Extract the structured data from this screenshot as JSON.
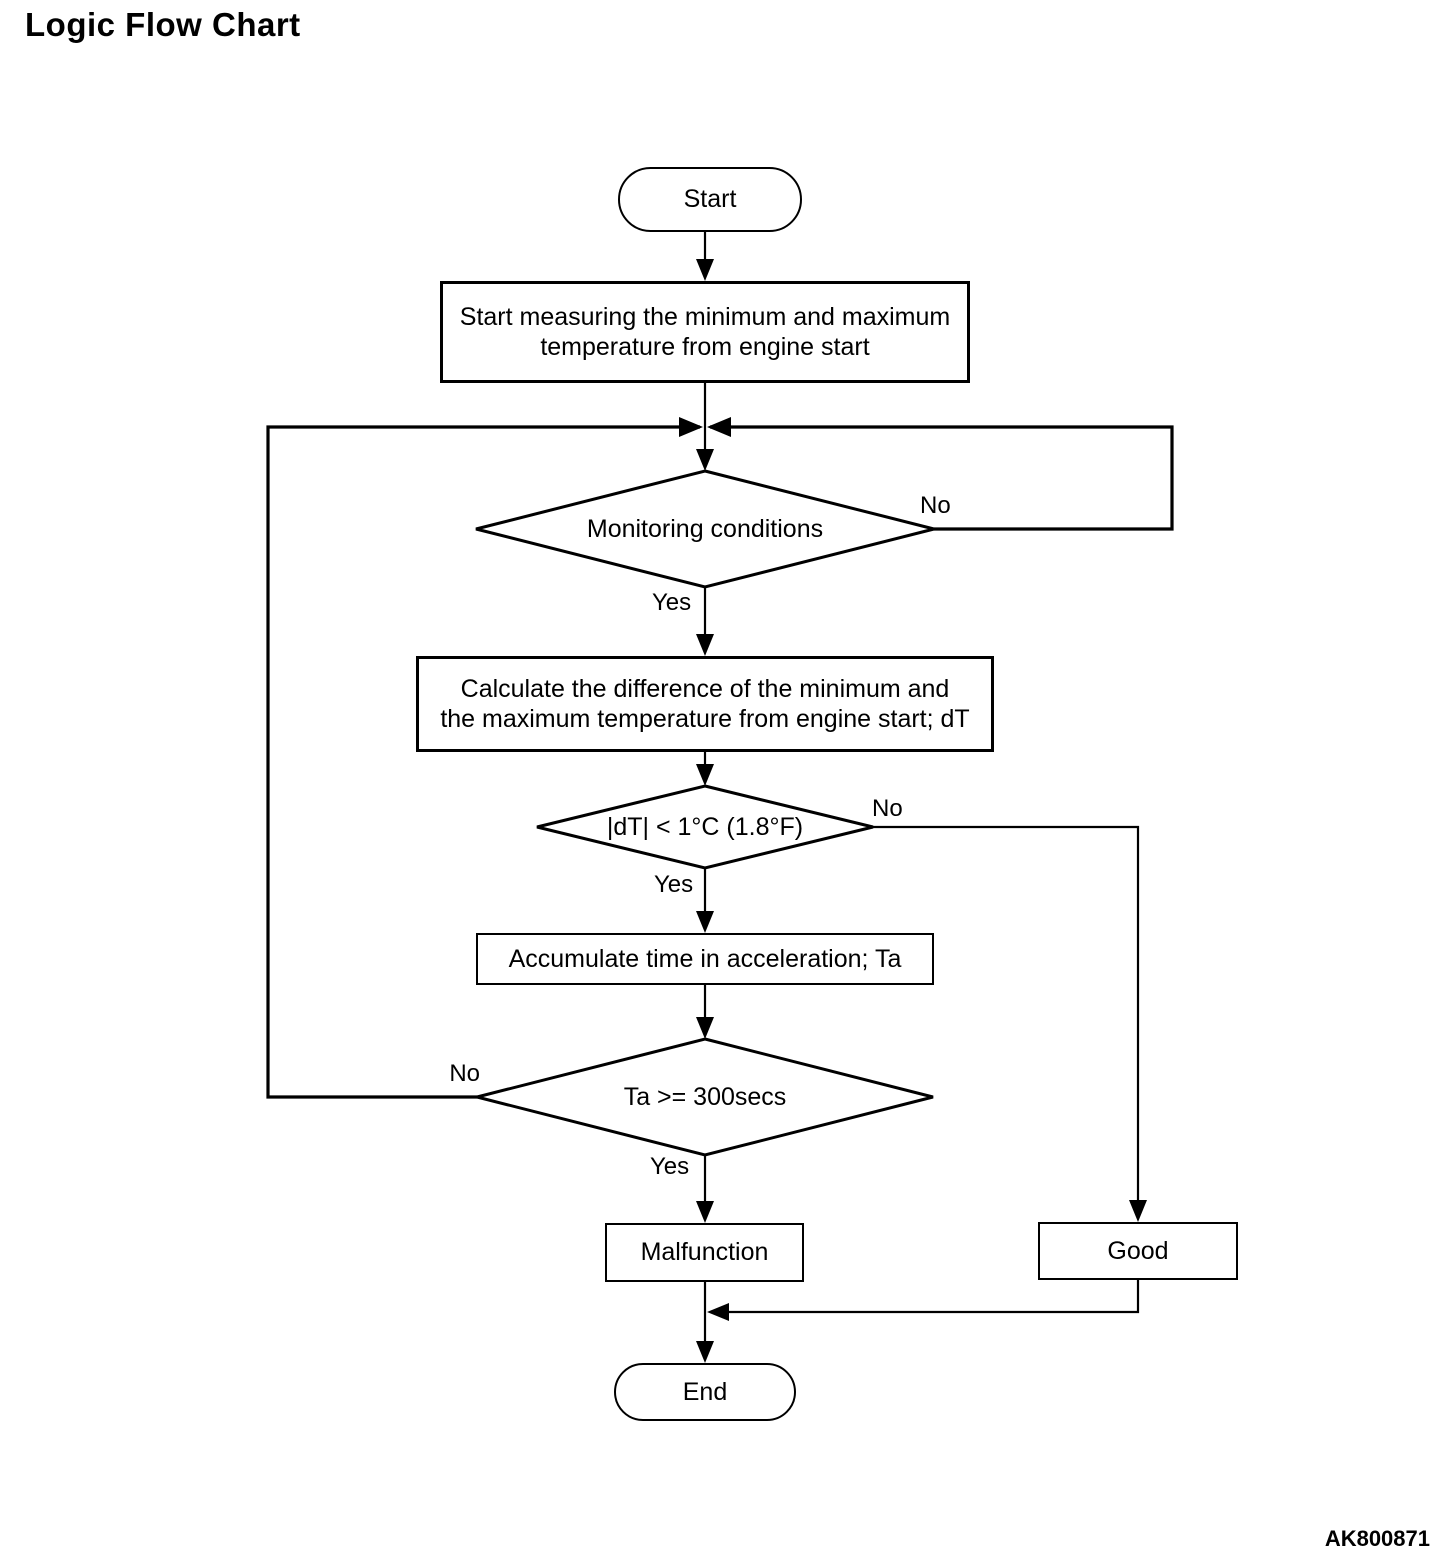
{
  "title": "Logic Flow Chart",
  "figure_code": "AK800871",
  "nodes": {
    "start": {
      "label": "Start"
    },
    "measure": {
      "label": "Start measuring the minimum and maximum\ntemperature from engine start"
    },
    "monitoring": {
      "label": "Monitoring conditions"
    },
    "calculate": {
      "label": "Calculate the difference of the minimum and\nthe maximum temperature from engine start; dT"
    },
    "dt_check": {
      "label": "|dT| < 1°C (1.8°F)"
    },
    "accumulate": {
      "label": "Accumulate time in acceleration; Ta"
    },
    "ta_check": {
      "label": "Ta >= 300secs"
    },
    "malfunction": {
      "label": "Malfunction"
    },
    "good": {
      "label": "Good"
    },
    "end": {
      "label": "End"
    }
  },
  "edge_labels": {
    "monitoring_no": "No",
    "monitoring_yes": "Yes",
    "dt_no": "No",
    "dt_yes": "Yes",
    "ta_no": "No",
    "ta_yes": "Yes"
  },
  "colors": {
    "line": "#000000",
    "background": "#ffffff"
  }
}
